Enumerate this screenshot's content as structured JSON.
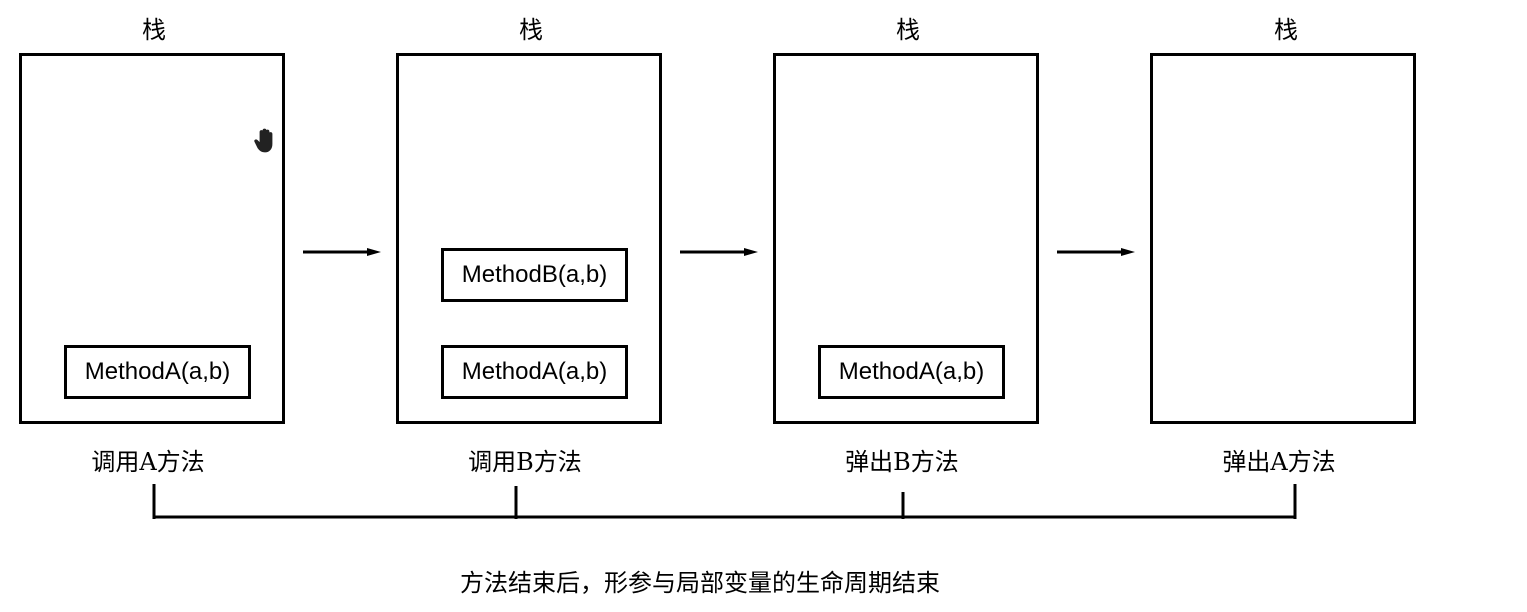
{
  "stages": [
    {
      "stack_label": "栈",
      "caption": "调用A方法",
      "frames": [
        "MethodA(a,b)"
      ]
    },
    {
      "stack_label": "栈",
      "caption": "调用B方法",
      "frames": [
        "MethodB(a,b)",
        "MethodA(a,b)"
      ]
    },
    {
      "stack_label": "栈",
      "caption": "弹出B方法",
      "frames": [
        "MethodA(a,b)"
      ]
    },
    {
      "stack_label": "栈",
      "caption": "弹出A方法",
      "frames": []
    }
  ],
  "note": "方法结束后，形参与局部变量的生命周期结束",
  "icons": {
    "cursor": "hand-cursor-icon",
    "arrow": "right-arrow-icon"
  },
  "colors": {
    "line": "#000000",
    "background": "#ffffff"
  }
}
